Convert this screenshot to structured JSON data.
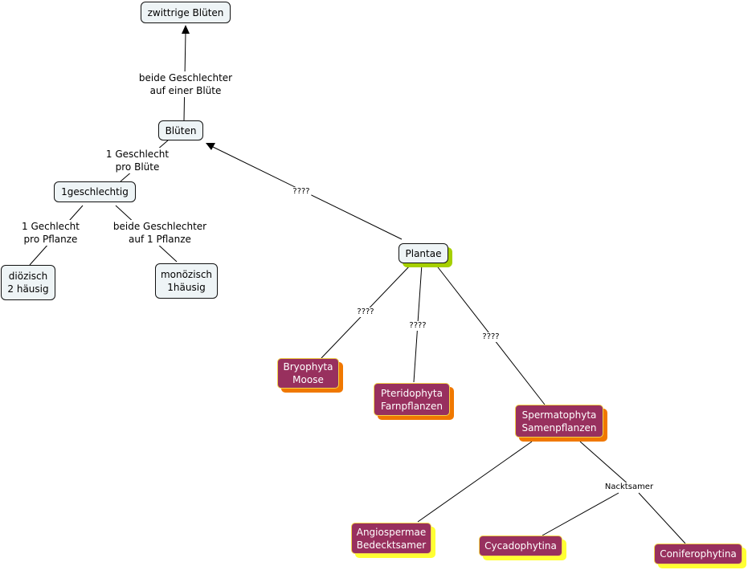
{
  "nodes": {
    "zwittrige": "zwittrige Blüten",
    "blueten": "Blüten",
    "einge": "1geschlechtig",
    "dioezisch": [
      "diözisch",
      "2 häusig"
    ],
    "monoezisch": [
      "monözisch",
      "1häusig"
    ],
    "plantae": "Plantae",
    "bryophyta": [
      "Bryophyta",
      "Moose"
    ],
    "pteridophyta": [
      "Pteridophyta",
      "Farnpflanzen"
    ],
    "spermatophyta": [
      "Spermatophyta",
      "Samenpflanzen"
    ],
    "angiospermae": [
      "Angiospermae",
      "Bedecktsamer"
    ],
    "cycadophytina": "Cycadophytina",
    "coniferophytina": "Coniferophytina"
  },
  "links": {
    "beide_bluete": [
      "beide Geschlechter",
      "auf einer Blüte"
    ],
    "ein_pro_bluete": [
      "1 Geschlecht",
      "pro Blüte"
    ],
    "ein_pro_pflanze": [
      "1 Gechlecht",
      "pro Pflanze"
    ],
    "beide_pflanze": [
      "beide Geschlechter",
      "auf 1 Pflanze"
    ],
    "q_plantae_blueten": "????",
    "q_bryo": "????",
    "q_pteri": "????",
    "q_sperma": "????",
    "nacktsamer": "Nacktsamer"
  }
}
